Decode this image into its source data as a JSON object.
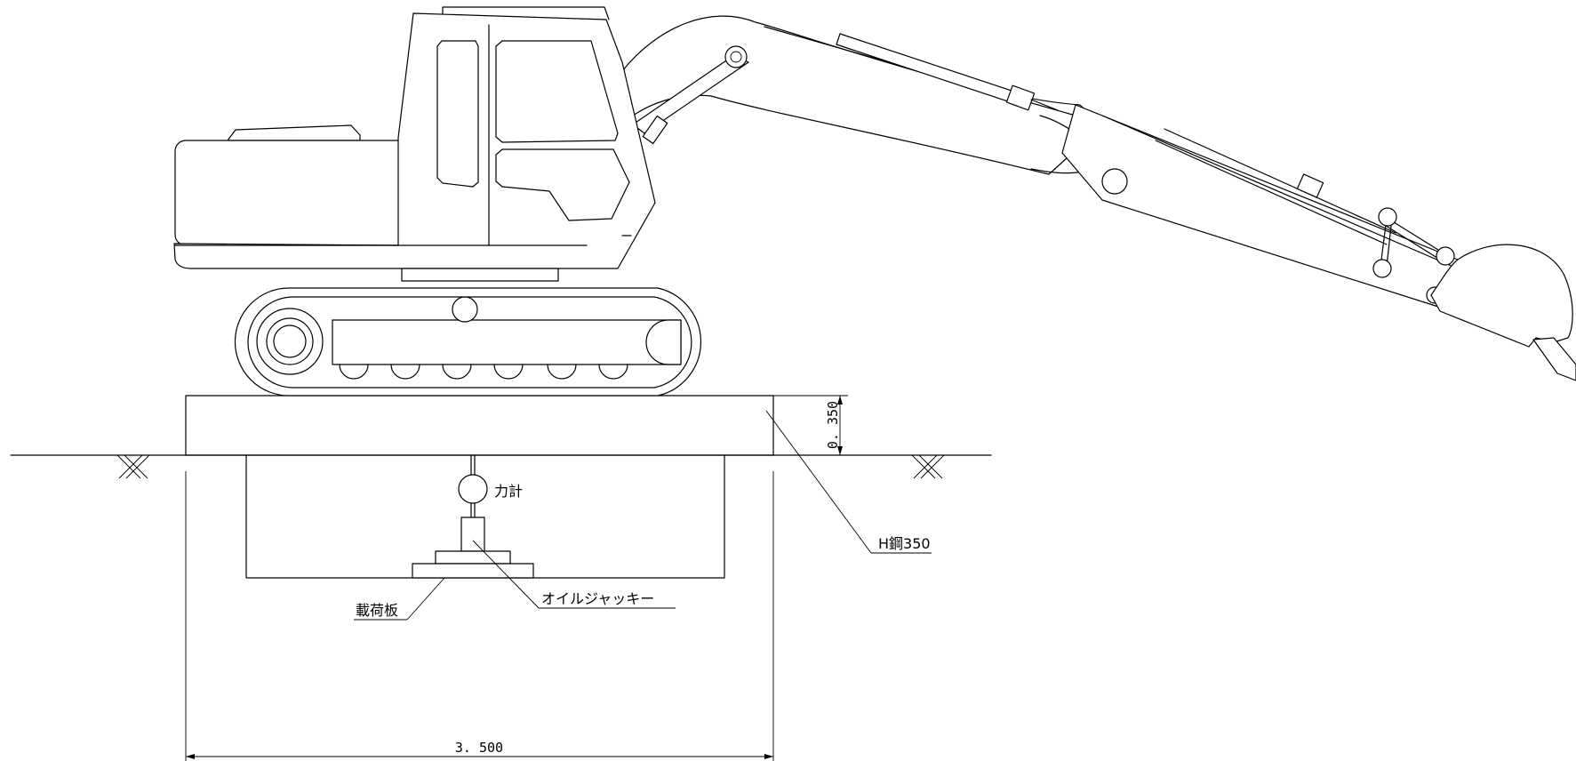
{
  "labels": {
    "force_gauge": "力計",
    "h_beam": "H鋼350",
    "oil_jack": "オイルジャッキー",
    "loading_plate": "載荷板"
  },
  "dimensions": {
    "beam_height": "0. 350",
    "base_width": "3. 500"
  },
  "colors": {
    "line": "#000000",
    "background": "#ffffff"
  }
}
